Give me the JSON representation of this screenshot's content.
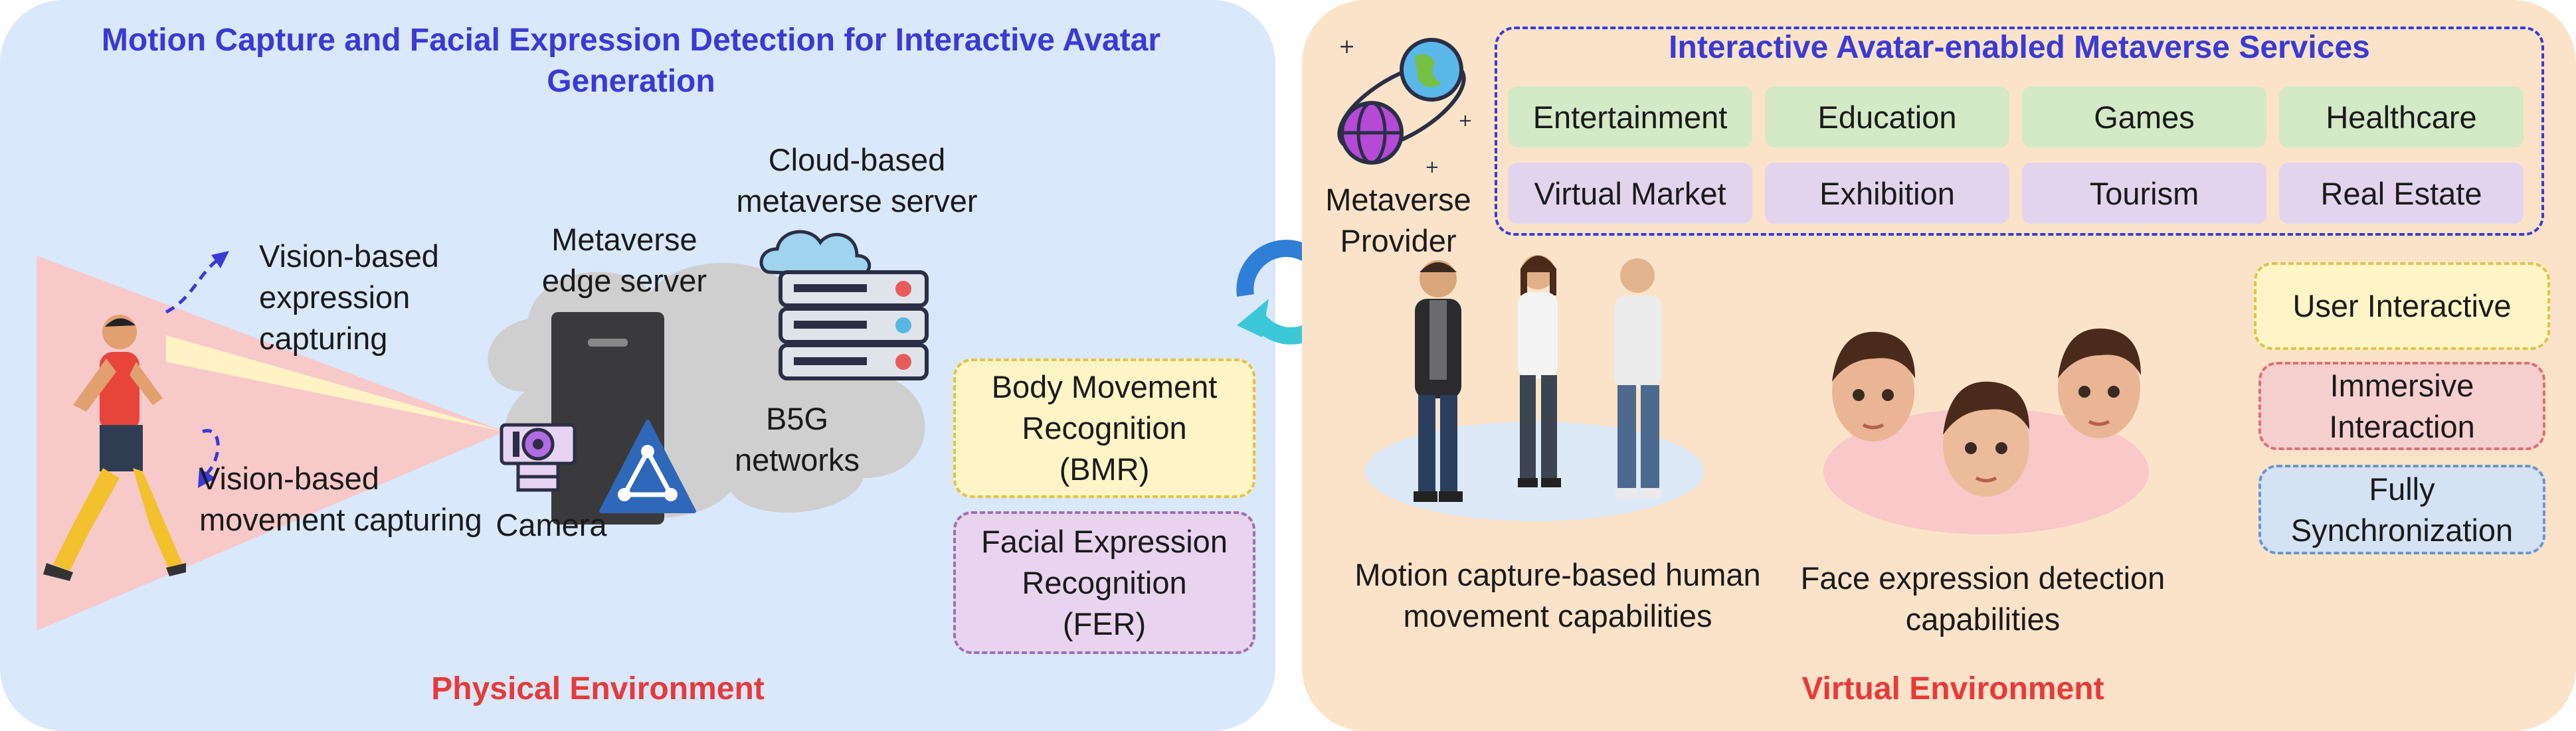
{
  "physical": {
    "title": "Motion Capture and Facial Expression Detection for Interactive Avatar Generation",
    "env_label": "Physical Environment",
    "expression_capture": "Vision-based expression capturing",
    "movement_capture": "Vision-based movement capturing",
    "camera": "Camera",
    "edge_server": "Metaverse edge server",
    "cloud_server": "Cloud-based metaverse server",
    "b5g": "B5G networks",
    "bmr": "Body Movement Recognition (BMR)",
    "fer": "Facial Expression Recognition (FER)"
  },
  "virtual": {
    "env_label": "Virtual Environment",
    "provider": "Metaverse Provider",
    "services_title": "Interactive Avatar-enabled Metaverse Services",
    "services": [
      "Entertainment",
      "Education",
      "Games",
      "Healthcare",
      "Virtual Market",
      "Exhibition",
      "Tourism",
      "Real Estate"
    ],
    "motion_caption": "Motion capture-based human movement capabilities",
    "face_caption": "Face expression detection capabilities",
    "features": [
      "User Interactive",
      "Immersive Interaction",
      "Fully Synchronization"
    ]
  },
  "colors": {
    "title_blue": "#3a3ad6",
    "env_red": "#e83a3a",
    "left_bg": "#d9e8fb",
    "right_bg": "#fbe3c9"
  }
}
